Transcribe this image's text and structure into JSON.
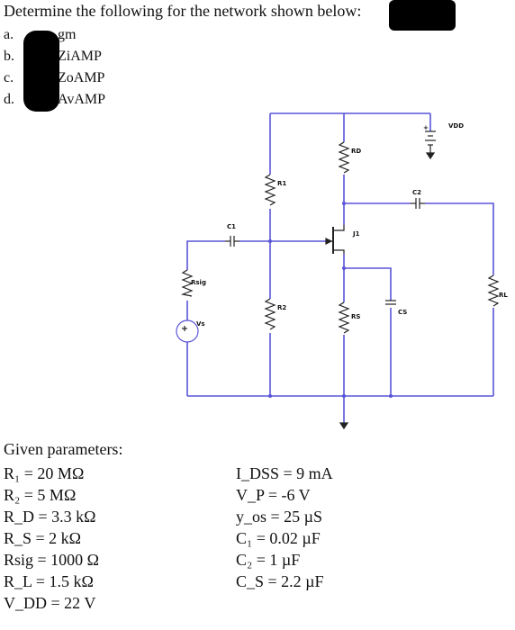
{
  "heading": "Determine the following for the network shown below:",
  "questions": [
    {
      "letter": "a.",
      "term": "gm"
    },
    {
      "letter": "b.",
      "term": "ZiAMP"
    },
    {
      "letter": "c.",
      "term": "ZoAMP"
    },
    {
      "letter": "d.",
      "term": "AvAMP"
    }
  ],
  "circuit_labels": {
    "vdd": "VDD",
    "rd": "RD",
    "r1": "R1",
    "c2": "C2",
    "c1": "C1",
    "j1": "J1",
    "rsig": "Rsig",
    "r2": "R2",
    "rs": "RS",
    "cs": "CS",
    "rl": "RL",
    "vs": "Vs"
  },
  "given_title": "Given parameters:",
  "given_left": [
    "R₁ = 20 MΩ",
    "R₂ = 5 MΩ",
    "R_D = 3.3 kΩ",
    "R_S = 2 kΩ",
    "Rsig = 1000 Ω",
    "R_L = 1.5 kΩ",
    "V_DD = 22 V"
  ],
  "given_right": [
    "I_DSS = 9 mA",
    "V_P = -6 V",
    "y_os = 25 µS",
    "C₁ = 0.02 µF",
    "C₂ = 1 µF",
    "C_S = 2.2 µF"
  ],
  "colors": {
    "wire": "#5a55d8",
    "text": "#111111",
    "redaction": "#000000"
  }
}
